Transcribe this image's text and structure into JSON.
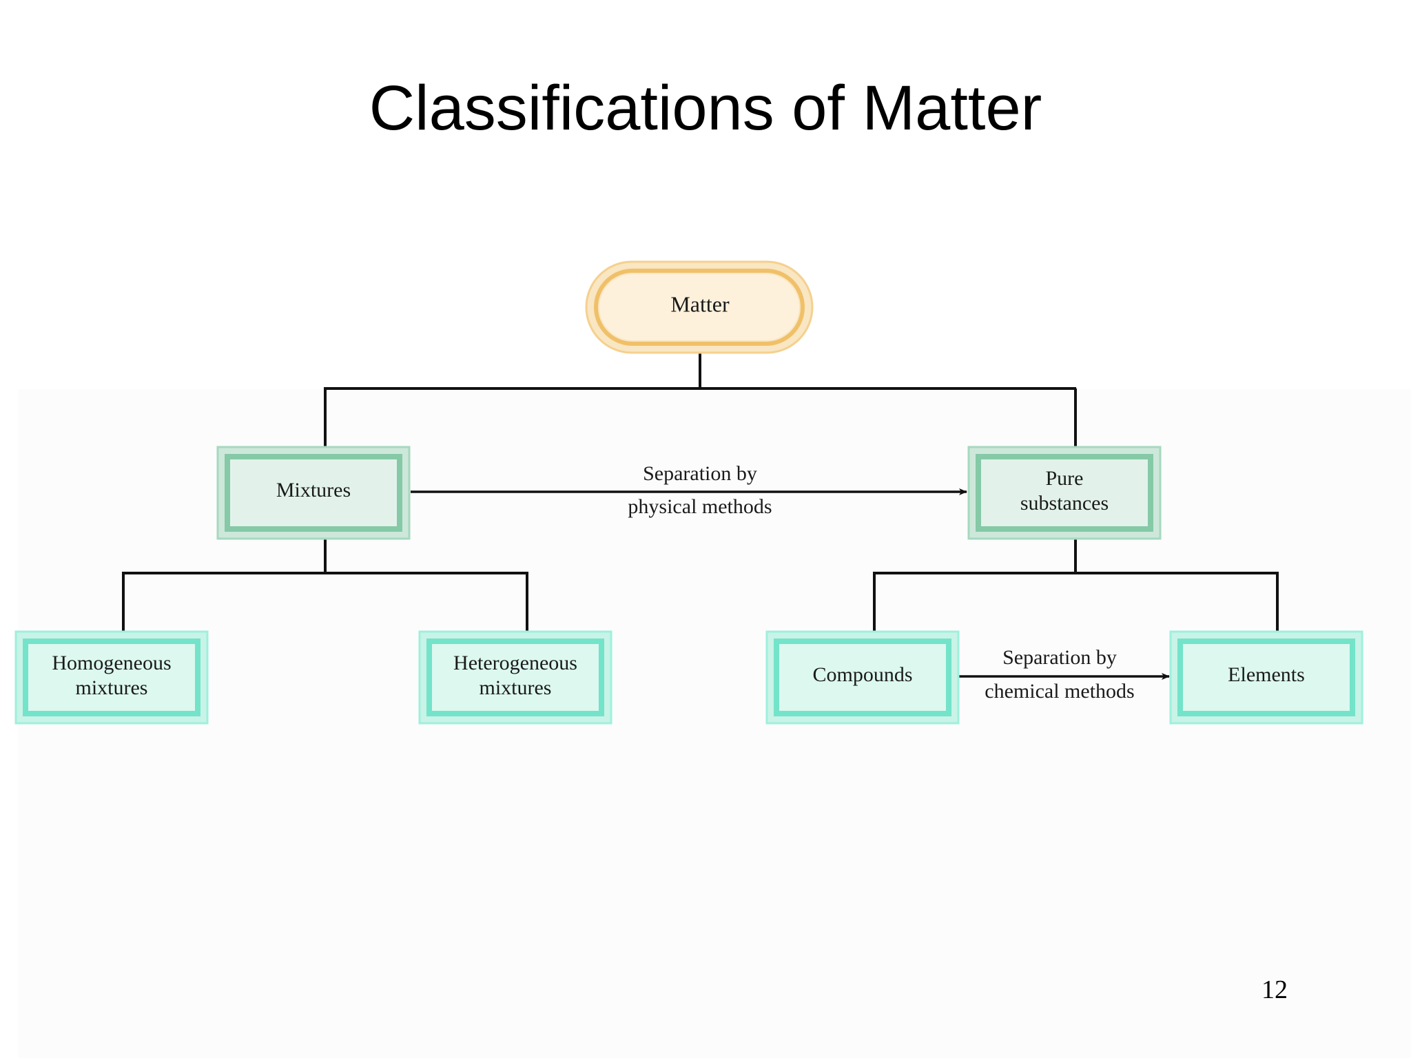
{
  "slide": {
    "title": "Classifications of Matter",
    "page_number": "12"
  },
  "diagram": {
    "root": {
      "label": "Matter"
    },
    "mixtures": {
      "label": "Mixtures"
    },
    "pure_substances": {
      "line1": "Pure",
      "line2": "substances"
    },
    "homogeneous": {
      "line1": "Homogeneous",
      "line2": "mixtures"
    },
    "heterogeneous": {
      "line1": "Heterogeneous",
      "line2": "mixtures"
    },
    "compounds": {
      "label": "Compounds"
    },
    "elements": {
      "label": "Elements"
    },
    "physical_separation": {
      "line1": "Separation by",
      "line2": "physical methods"
    },
    "chemical_separation": {
      "line1": "Separation by",
      "line2": "chemical methods"
    }
  },
  "colors": {
    "root_fill": "#fdf1dc",
    "root_border": "#f3c876",
    "mid_box_fill": "#e2f2ea",
    "mid_box_border": "#91d0b3",
    "leaf_box_fill": "#dcf8ef",
    "leaf_box_border": "#80e6cf",
    "connector": "#111111"
  }
}
